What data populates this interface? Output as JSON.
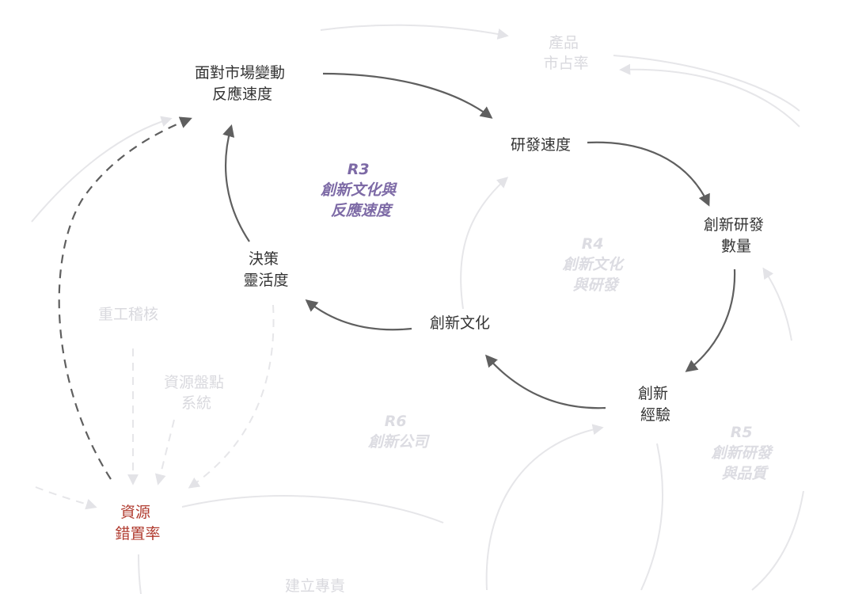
{
  "nodes": {
    "market_response": [
      "面對市場變動",
      "反應速度"
    ],
    "rd_speed": [
      "研發速度"
    ],
    "innovation_rd_count": [
      "創新研發",
      "數量"
    ],
    "innovation_experience": [
      "創新",
      "經驗"
    ],
    "innovation_culture": [
      "創新文化"
    ],
    "decision_flexibility": [
      "決策",
      "靈活度"
    ],
    "resource_misallocation": [
      "資源",
      "錯置率"
    ],
    "product_market_share": [
      "產品",
      "市占率"
    ],
    "reorganize": [
      "重工稽核"
    ],
    "resource_inventory": [
      "資源盤點",
      "系統"
    ],
    "build_specialist": [
      "建立專責"
    ]
  },
  "loops": {
    "r3": [
      "R3",
      "創新文化與",
      "反應速度"
    ],
    "r4": [
      "R4",
      "創新文化",
      "與研發"
    ],
    "r5": [
      "R5",
      "創新研發",
      "與品質"
    ],
    "r6": [
      "R6",
      "創新公司"
    ]
  },
  "colors": {
    "main_text": "#333333",
    "highlight_red": "#b03a2e",
    "loop_purple": "#7d6aa6",
    "arrow": "#5f5f5f",
    "faded": "#e6e6e9"
  }
}
